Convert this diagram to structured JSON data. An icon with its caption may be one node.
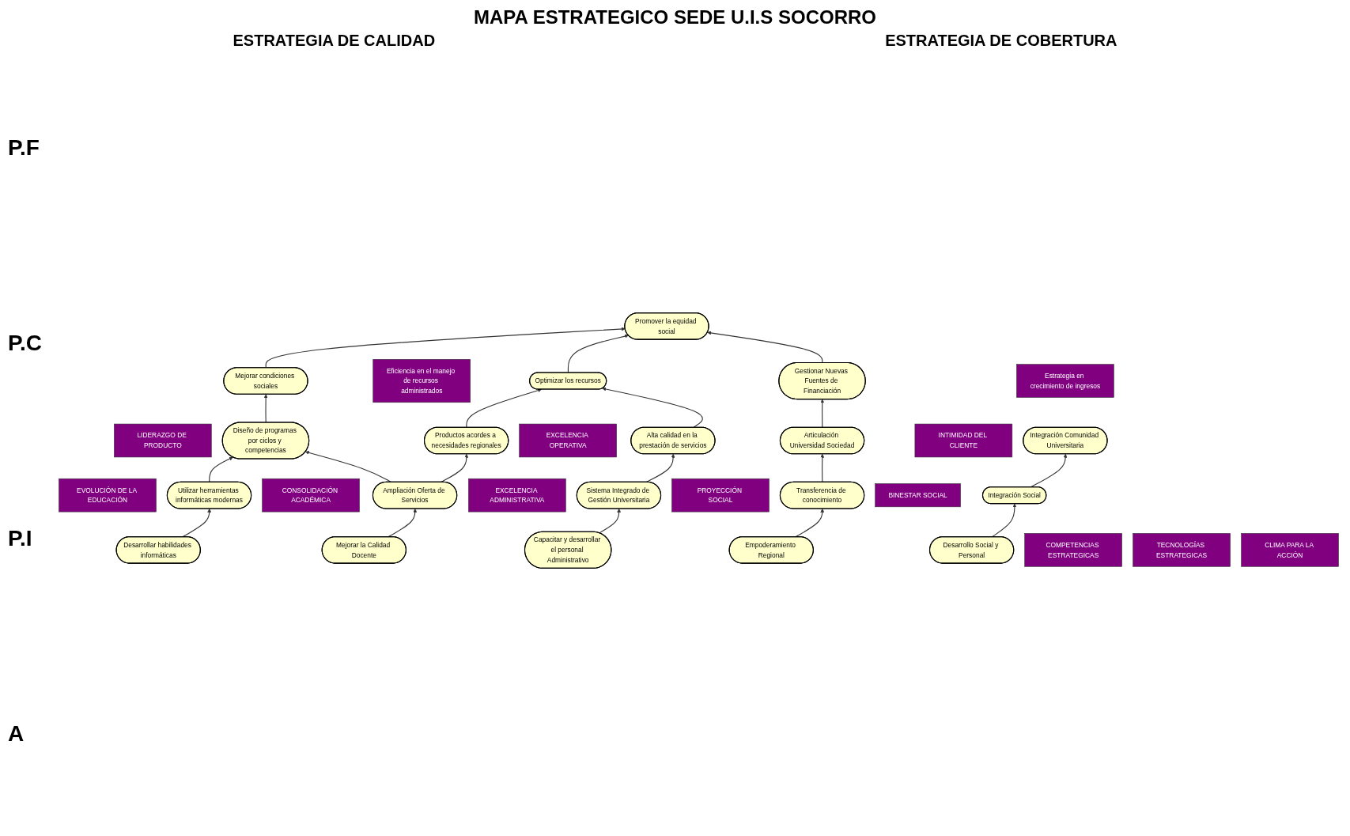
{
  "diagram": {
    "title": "MAPA ESTRATEGICO SEDE U.I.S SOCORRO",
    "nodes": [
      {
        "text": [
          "Promover la equidad social"
        ]
      },
      {
        "text": [
          "Optimizar los recursos"
        ]
      },
      {
        "text": [
          "Gestionar Nuevas Fuentes de Financiación"
        ]
      },
      {
        "text": [
          "Mejorar condiciones sociales"
        ]
      },
      {
        "text": [
          "Eficiencia en el manejo de recursos administrados"
        ]
      },
      {
        "text": [
          "Estrategia en crecimiento de ingresos"
        ]
      },
      {
        "text": [
          "Alta calidad en la prestación de servicios"
        ]
      },
      {
        "text": [
          "Productos acordes a necesidades regionales"
        ]
      },
      {
        "text": [
          "Diseño de programas por ciclos y competencias"
        ]
      },
      {
        "text": [
          "Integración Comunidad Universitaria"
        ]
      },
      {
        "text": [
          "Articulación Universidad Sociedad"
        ]
      },
      {
        "text": [
          "EXCELENCIA OPERATIVA"
        ]
      },
      {
        "text": [
          "LIDERAZGO DE PRODUCTO"
        ]
      },
      {
        "text": [
          "INTIMIDAD DEL CLIENTE"
        ]
      },
      {
        "text": [
          "Sistema Integrado de Gestión Universitaria"
        ]
      },
      {
        "text": [
          "Ampliación Oferta de Servicios"
        ]
      },
      {
        "text": [
          "Utilizar herramientas informáticas modernas"
        ]
      },
      {
        "text": [
          "Integración Social"
        ]
      },
      {
        "text": [
          "Transferencia de conocimiento"
        ]
      },
      {
        "text": [
          "EXCELENCIA ADMINISTRATIVA"
        ]
      },
      {
        "text": [
          "CONSOLIDACIÓN ACADÉMICA"
        ]
      },
      {
        "text": [
          "EVOLUCIÓN DE LA EDUCACIÓN"
        ]
      },
      {
        "text": [
          "BINESTAR SOCIAL"
        ]
      },
      {
        "text": [
          "PROYECCIÓN SOCIAL"
        ]
      },
      {
        "text": [
          "Capacitar y desarrollar el personal Administrativo"
        ]
      },
      {
        "text": [
          "Mejorar la Calidad Docente"
        ]
      },
      {
        "text": [
          "Desarrollar habilidades informáticas"
        ]
      },
      {
        "text": [
          "Desarrollo Social y Personal"
        ]
      },
      {
        "text": [
          "Empoderamiento Regional"
        ]
      },
      {
        "text": [
          "COMPETENCIAS ESTRATEGICAS"
        ]
      },
      {
        "text": [
          "TECNOLOGÍAS ESTRATEGICAS"
        ]
      },
      {
        "text": [
          "CLIMA PARA LA ACCIÓN"
        ]
      }
    ],
    "edges": [
      {
        "from": 1,
        "to": 0,
        "arrow": "to"
      },
      {
        "from": 2,
        "to": 0,
        "arrow": "to"
      },
      {
        "from": 3,
        "to": 0,
        "arrow": "to"
      },
      {
        "from": 6,
        "to": 1,
        "arrow": "to"
      },
      {
        "from": 7,
        "to": 1,
        "arrow": "to"
      },
      {
        "from": 8,
        "to": 3,
        "arrow": "to"
      },
      {
        "from": 10,
        "to": 2,
        "arrow": "to"
      },
      {
        "from": 14,
        "to": 6,
        "arrow": "to"
      },
      {
        "from": 15,
        "to": 7,
        "arrow": "to"
      },
      {
        "from": 15,
        "to": 8,
        "arrow": "to"
      },
      {
        "from": 16,
        "to": 8,
        "arrow": "to"
      },
      {
        "from": 17,
        "to": 9,
        "arrow": "to"
      },
      {
        "from": 18,
        "to": 10,
        "arrow": "to"
      },
      {
        "from": 24,
        "to": 14,
        "arrow": "to"
      },
      {
        "from": 25,
        "to": 15,
        "arrow": "to"
      },
      {
        "from": 26,
        "to": 16,
        "arrow": "to"
      },
      {
        "from": 27,
        "to": 17,
        "arrow": "to"
      },
      {
        "from": 28,
        "to": 18,
        "arrow": "to"
      }
    ],
    "labels": [
      "ESTRATEGIA DE CALIDAD",
      "ESTRATEGIA DE COBERTURA",
      "P.F",
      "P.C",
      "P.I",
      "A"
    ]
  }
}
